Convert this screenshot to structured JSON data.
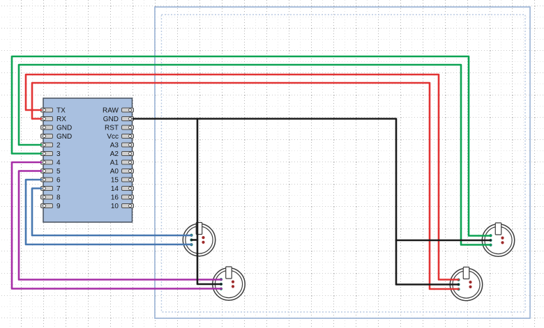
{
  "colors": {
    "wire_red": "#e23333",
    "wire_green": "#0ca353",
    "wire_blue": "#4677b0",
    "wire_purple": "#a62ca6",
    "wire_black": "#1a1a1a",
    "mcu_fill": "#a9c0e0",
    "mcu_border": "#454f5c",
    "pin_fill": "#cfcfcf",
    "pin_border": "#4c4c4c",
    "pin_hole": "#ffffff",
    "pin_dot_teal": "#1e7b6c",
    "pin_dot_red": "#9e2b2b",
    "connector_outline": "#3b3b3b",
    "connector_fill": "#ffffff",
    "frame_solid": "#9db5d6",
    "frame_dotted": "#b7c8e2",
    "grid_line": "#c9c9c9",
    "grid_line_faint": "#e4e4e4",
    "grid_node": "#b0b0b0"
  },
  "mcu": {
    "left_pins": [
      "TX",
      "RX",
      "GND",
      "GND",
      "2",
      "3",
      "4",
      "5",
      "6",
      "7",
      "8",
      "9"
    ],
    "right_pins": [
      "RAW",
      "GND",
      "RST",
      "Vcc",
      "A3",
      "A2",
      "A1",
      "A0",
      "15",
      "14",
      "16",
      "10"
    ]
  },
  "nets": [
    {
      "wire": "red-1",
      "color": "wire_red",
      "from": "mcu.TX",
      "to": "connector-bottom-right.top-pin"
    },
    {
      "wire": "red-2",
      "color": "wire_red",
      "from": "mcu.RX",
      "to": "connector-bottom-right.bottom-pin"
    },
    {
      "wire": "green-1",
      "color": "wire_green",
      "from": "mcu.3",
      "to": "connector-top-right.top-pin"
    },
    {
      "wire": "green-2",
      "color": "wire_green",
      "from": "mcu.2",
      "to": "connector-top-right.bottom-pin"
    },
    {
      "wire": "blue-1",
      "color": "wire_blue",
      "from": "mcu.6",
      "to": "connector-top-left.bottom-pin"
    },
    {
      "wire": "blue-2",
      "color": "wire_blue",
      "from": "mcu.7",
      "to": "connector-top-left.top-pin"
    },
    {
      "wire": "purple-1",
      "color": "wire_purple",
      "from": "mcu.4",
      "to": "connector-bottom-left.bottom-pin"
    },
    {
      "wire": "purple-2",
      "color": "wire_purple",
      "from": "mcu.5",
      "to": "connector-bottom-left.top-pin"
    },
    {
      "wire": "black-gnd",
      "color": "wire_black",
      "from": "mcu.GND",
      "to": "middle-pins-of-all-four-connectors"
    }
  ]
}
